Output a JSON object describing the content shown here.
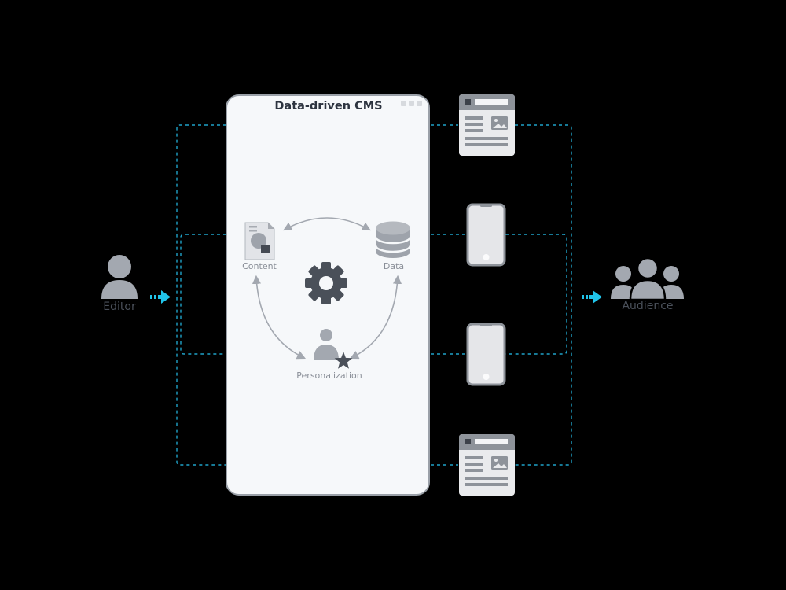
{
  "cms": {
    "title": "Data-driven CMS"
  },
  "nodes": {
    "content": "Content",
    "data": "Data",
    "personalization": "Personalization"
  },
  "actors": {
    "editor": "Editor",
    "audience": "Audience"
  },
  "colors": {
    "connector": "#1fa3c9",
    "arrow": "#20c4ea",
    "panel": "#f6f8fa",
    "panel_border": "#9aa0a8",
    "icon": "#9ea3ab",
    "dark_icon": "#4a5059"
  },
  "icons": [
    "user-icon",
    "right-arrow-icon",
    "gear-icon",
    "database-icon",
    "document-image-icon",
    "person-star-icon",
    "webpage-icon",
    "mobile-phone-icon",
    "group-icon"
  ]
}
